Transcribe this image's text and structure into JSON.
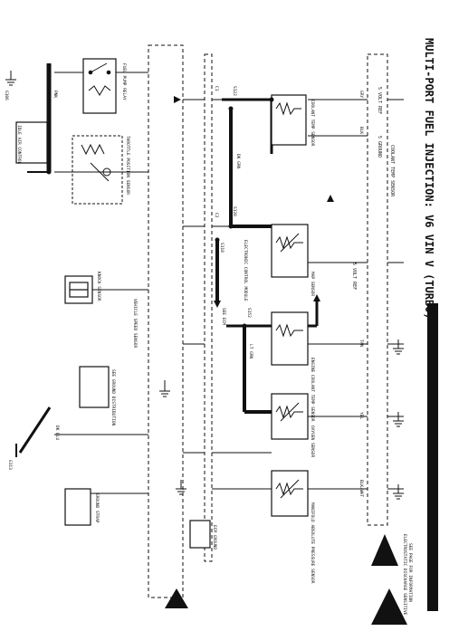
{
  "diagram": {
    "title": "MULTI-PORT FUEL INJECTION: V6 VIN V (TURBO)",
    "top_right_blocks": {
      "hot_at_all_times": "5 VOLT REF",
      "ground": "5 GROUND",
      "coolant_temp": "COOLANT TEMP SENSOR"
    },
    "components": {
      "throttle_position_sensor": "THROTTLE POSITION SENSOR",
      "coolant_temp_sensor": "COOLANT TEMP SENSOR",
      "map_sensor": "MAP SENSOR",
      "ect": "ENGINE COOLANT TEMP SENSOR",
      "manifold_abs_pressure": "MANIFOLD ABSOLUTE PRESSURE SENSOR",
      "electronic_control": "ELECTRONIC CONTROL MODULE",
      "idle_air_control": "IDLE AIR CONTROL",
      "fuel_pump_relay": "FUEL PUMP RELAY",
      "oxygen_sensor": "OXYGEN SENSOR",
      "knock_sensor": "KNOCK SENSOR",
      "vehicle_speed_sensor": "VEHICLE SPEED SENSOR",
      "ground_strap": "GROUND STRAP",
      "ecm_ground": "ECM GROUND"
    },
    "notes": {
      "esd_warning": "ELECTROSTATIC DISCHARGE SENSITIVE",
      "esd_info": "SEE PAGE FOR INFORMATION",
      "see_ecm": "SEE ECM",
      "ground_dist": "SEE GROUND DISTRIBUTION"
    },
    "wire_labels": {
      "gry": "GRY",
      "blk": "BLK",
      "dk_grn": "DK GRN",
      "lt_grn": "LT GRN",
      "tan": "TAN",
      "blk_wht": "BLK/WHT",
      "yel": "YEL",
      "pnk": "PNK",
      "dk_blu": "DK BLU",
      "c1": "C1",
      "c2": "C2",
      "s122": "S122",
      "s120": "S120",
      "s118": "S118",
      "s152": "S152",
      "g106": "G106",
      "g113": "G113"
    }
  }
}
